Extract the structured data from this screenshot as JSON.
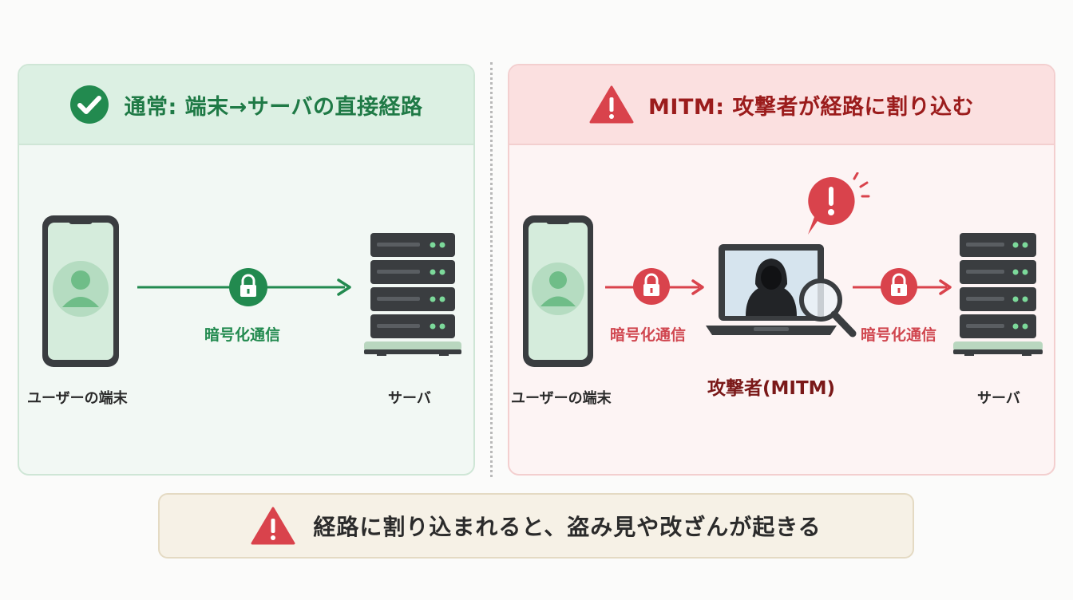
{
  "normal": {
    "title": "通常: 端末→サーバの直接経路",
    "device_label": "ユーザーの端末",
    "link_label": "暗号化通信",
    "server_label": "サーバ"
  },
  "mitm": {
    "title": "MITM: 攻撃者が経路に割り込む",
    "device_label": "ユーザーの端末",
    "link_left_label": "暗号化通信",
    "attacker_label": "攻撃者(MITM)",
    "link_right_label": "暗号化通信",
    "server_label": "サーバ"
  },
  "warning": {
    "text": "経路に割り込まれると、盗み見や改ざんが起きる"
  },
  "colors": {
    "safe": "#228a4f",
    "danger": "#d9434c",
    "attacker": "#7a1818"
  },
  "icons": {
    "check": "check-circle-icon",
    "warning": "warning-triangle-icon",
    "lock": "lock-icon",
    "device": "smartphone-icon",
    "server": "server-icon",
    "hacker": "hacker-laptop-icon",
    "magnifier": "magnifier-icon",
    "alert": "alert-bubble-icon"
  }
}
